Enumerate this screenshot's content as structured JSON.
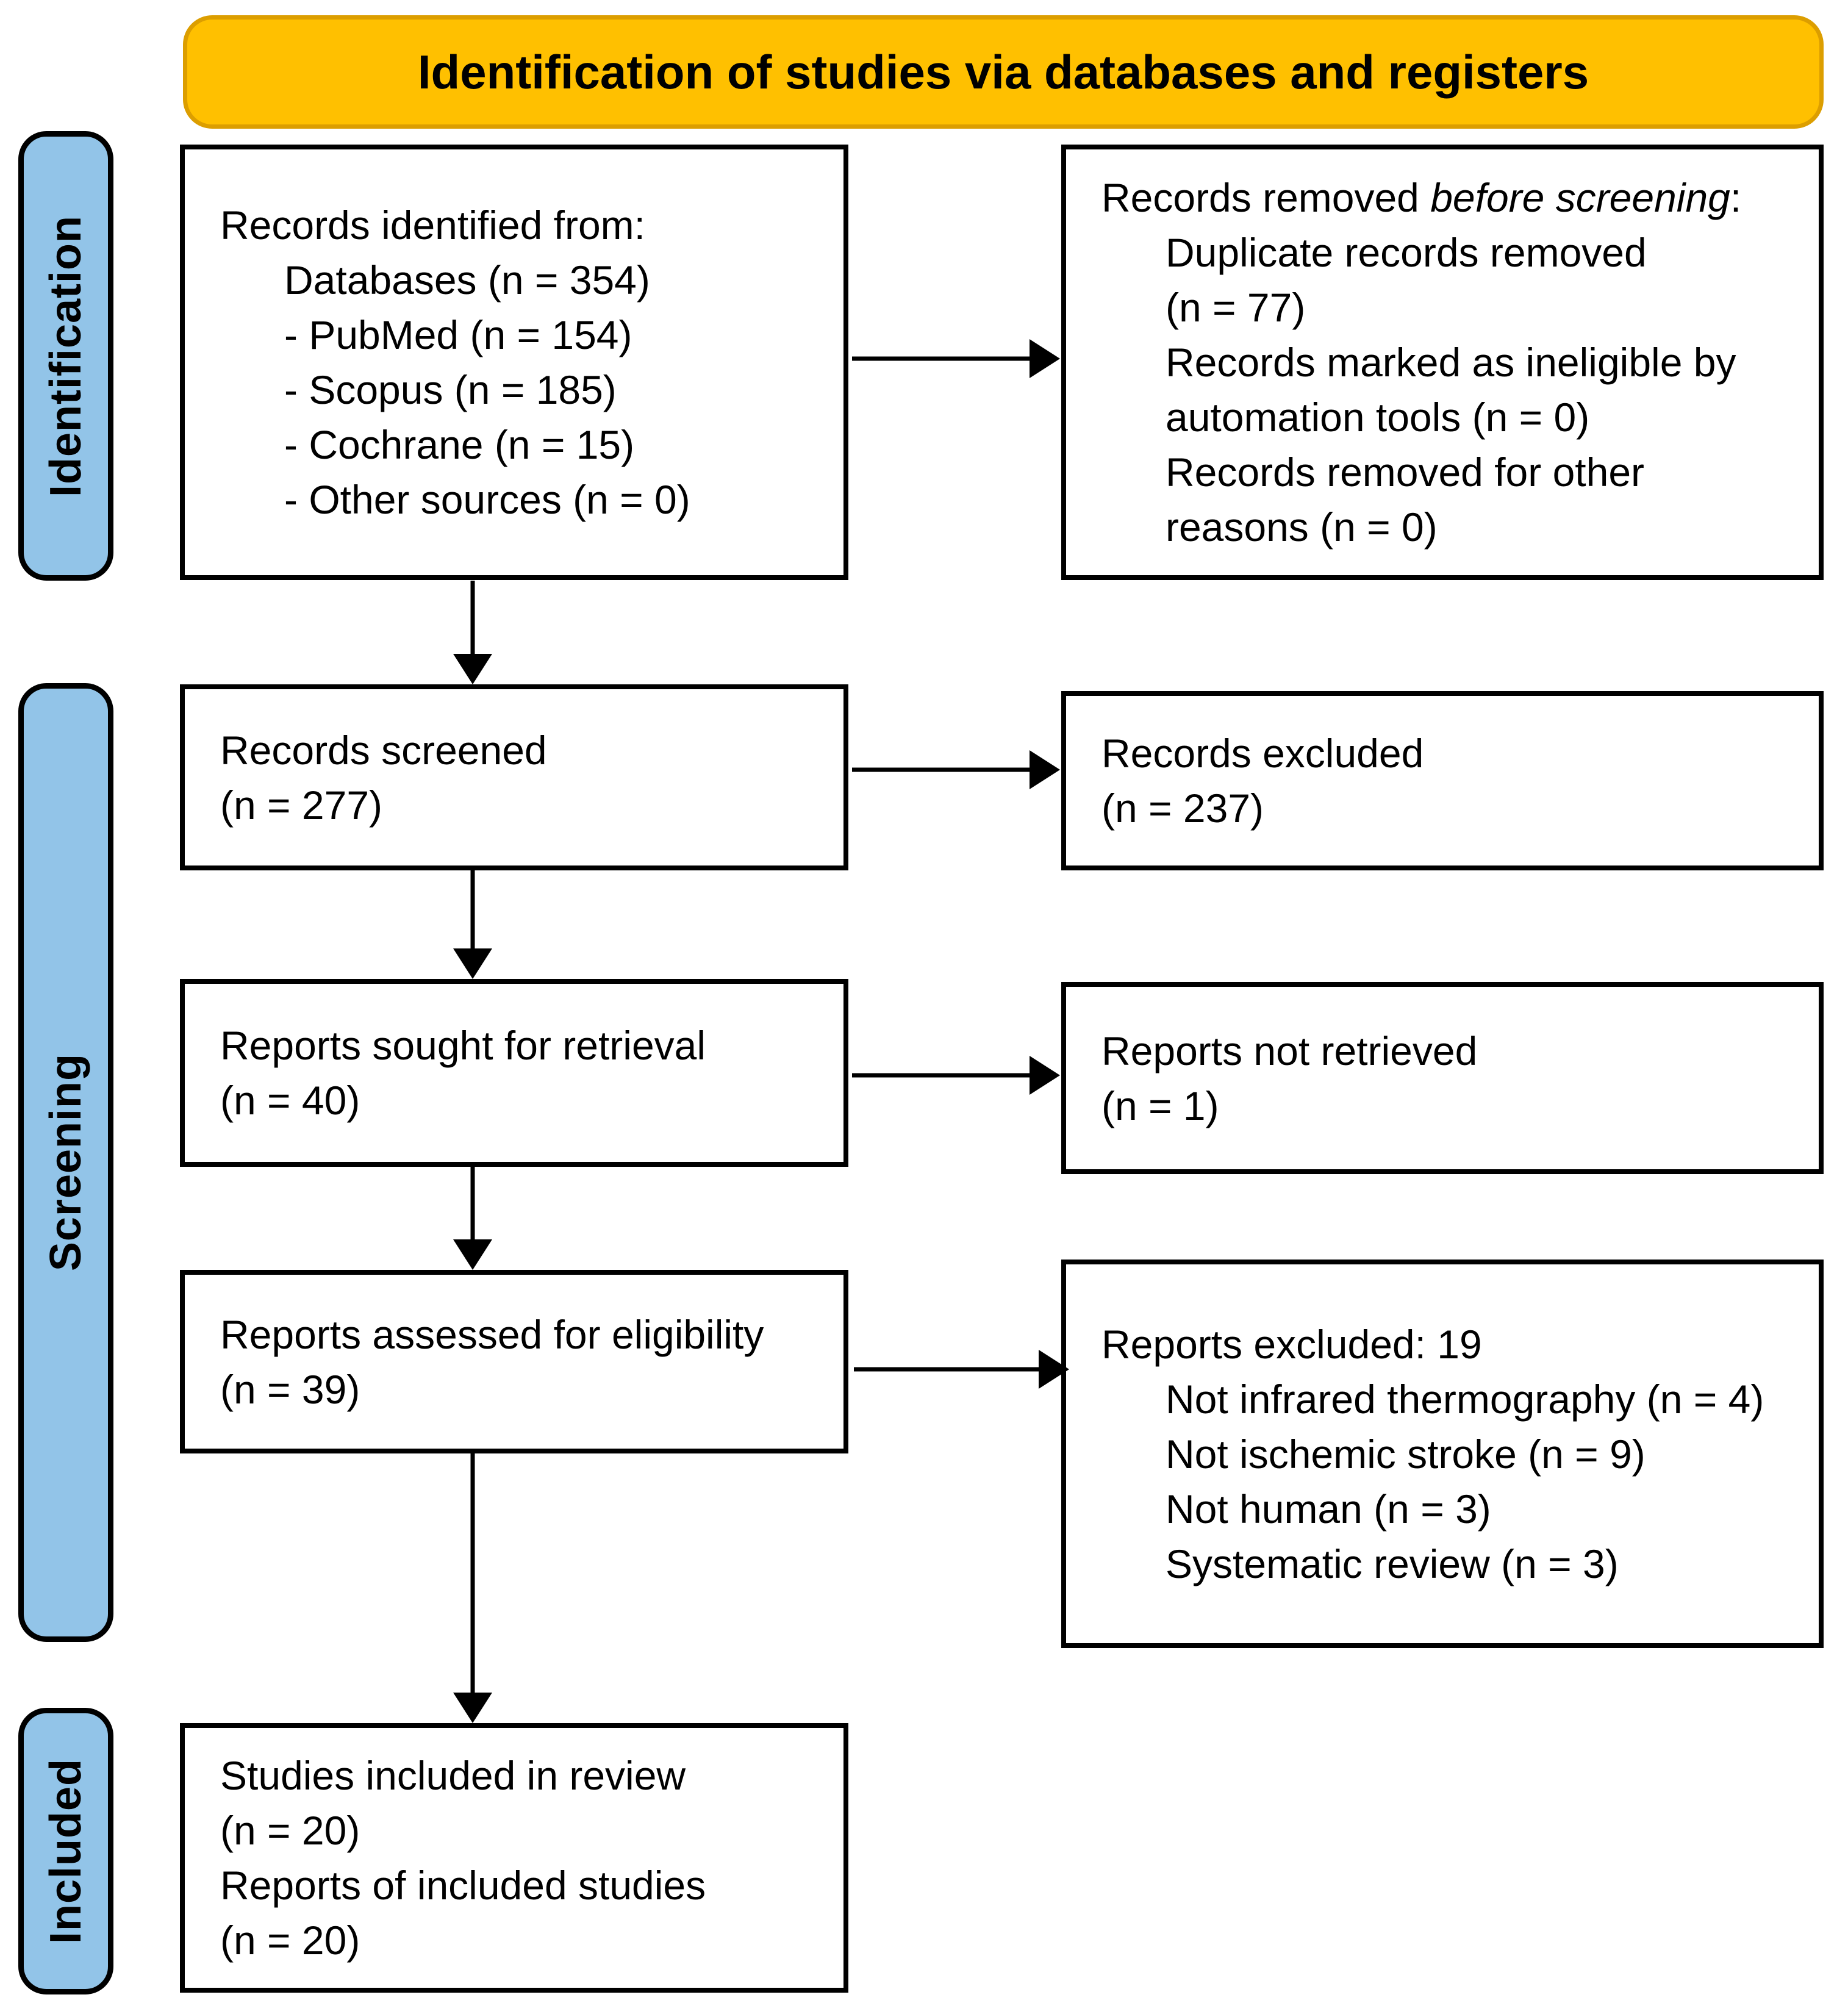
{
  "header": {
    "title": "Identification of studies via databases and registers"
  },
  "colors": {
    "header_bg": "#FFC000",
    "header_border": "#DC9E00",
    "stage_bg": "#92C4E8",
    "stage_border": "#000000",
    "box_bg": "#FFFFFF",
    "box_border": "#000000",
    "arrow": "#000000"
  },
  "stages": [
    {
      "label": "Identification"
    },
    {
      "label": "Screening"
    },
    {
      "label": "Included"
    }
  ],
  "boxes": {
    "records_identified": {
      "lines": [
        {
          "t": "Records identified from:",
          "indent": 0
        },
        {
          "t": "Databases (n = 354)",
          "indent": 1
        },
        {
          "t": "- PubMed (n = 154)",
          "indent": 1
        },
        {
          "t": "- Scopus (n = 185)",
          "indent": 1
        },
        {
          "t": "- Cochrane (n = 15)",
          "indent": 1
        },
        {
          "t": "- Other sources (n = 0)",
          "indent": 1
        }
      ]
    },
    "records_removed": {
      "lines": [
        {
          "parts": [
            {
              "t": "Records removed "
            },
            {
              "t": "before screening",
              "i": true
            },
            {
              "t": ":"
            }
          ],
          "indent": 0
        },
        {
          "t": "Duplicate records removed",
          "indent": 1
        },
        {
          "t": "(n = 77)",
          "indent": 1
        },
        {
          "t": "Records marked as ineligible by",
          "indent": 1
        },
        {
          "t": "automation tools (n = 0)",
          "indent": 1
        },
        {
          "t": "Records removed for other",
          "indent": 1
        },
        {
          "t": "reasons (n = 0)",
          "indent": 1
        }
      ]
    },
    "records_screened": {
      "lines": [
        {
          "t": "Records screened",
          "indent": 0
        },
        {
          "t": "(n = 277)",
          "indent": 0
        }
      ]
    },
    "records_excluded": {
      "lines": [
        {
          "t": "Records excluded",
          "indent": 0
        },
        {
          "t": "(n = 237)",
          "indent": 0
        }
      ]
    },
    "reports_sought": {
      "lines": [
        {
          "t": "Reports sought for retrieval",
          "indent": 0
        },
        {
          "t": "(n = 40)",
          "indent": 0
        }
      ]
    },
    "reports_not_retrieved": {
      "lines": [
        {
          "t": "Reports not retrieved",
          "indent": 0
        },
        {
          "t": "(n = 1)",
          "indent": 0
        }
      ]
    },
    "reports_assessed": {
      "lines": [
        {
          "t": "Reports assessed for eligibility",
          "indent": 0
        },
        {
          "t": "(n = 39)",
          "indent": 0
        }
      ]
    },
    "reports_excluded": {
      "lines": [
        {
          "t": "Reports excluded: 19",
          "indent": 0
        },
        {
          "t": "Not infrared thermography (n = 4)",
          "indent": 1
        },
        {
          "t": "Not ischemic stroke (n = 9)",
          "indent": 1
        },
        {
          "t": "Not human (n = 3)",
          "indent": 1
        },
        {
          "t": "Systematic review (n = 3)",
          "indent": 1
        }
      ]
    },
    "studies_included": {
      "lines": [
        {
          "t": "Studies included in review",
          "indent": 0
        },
        {
          "t": "(n = 20)",
          "indent": 0
        },
        {
          "t": "Reports of included studies",
          "indent": 0
        },
        {
          "t": "(n = 20)",
          "indent": 0
        }
      ]
    }
  }
}
